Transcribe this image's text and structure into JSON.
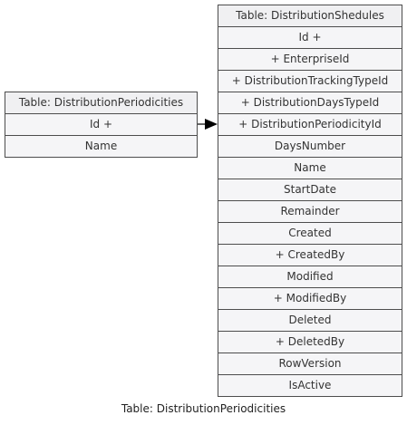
{
  "diagram": {
    "caption": "Table: DistributionPeriodicities",
    "tables": {
      "periodicities": {
        "title": "Table: DistributionPeriodicities",
        "fields": [
          "Id +",
          "Name"
        ]
      },
      "schedules": {
        "title": "Table: DistributionShedules",
        "fields": [
          "Id +",
          "+ EnterpriseId",
          "+ DistributionTrackingTypeId",
          "+ DistributionDaysTypeId",
          "+ DistributionPeriodicityId",
          "DaysNumber",
          "Name",
          "StartDate",
          "Remainder",
          "Created",
          "+ CreatedBy",
          "Modified",
          "+ ModifiedBy",
          "Deleted",
          "+ DeletedBy",
          "RowVersion",
          "IsActive"
        ]
      }
    },
    "colors": {
      "border": "#4d4d4d",
      "fill": "#f5f5f7",
      "arrow": "#000000"
    }
  }
}
